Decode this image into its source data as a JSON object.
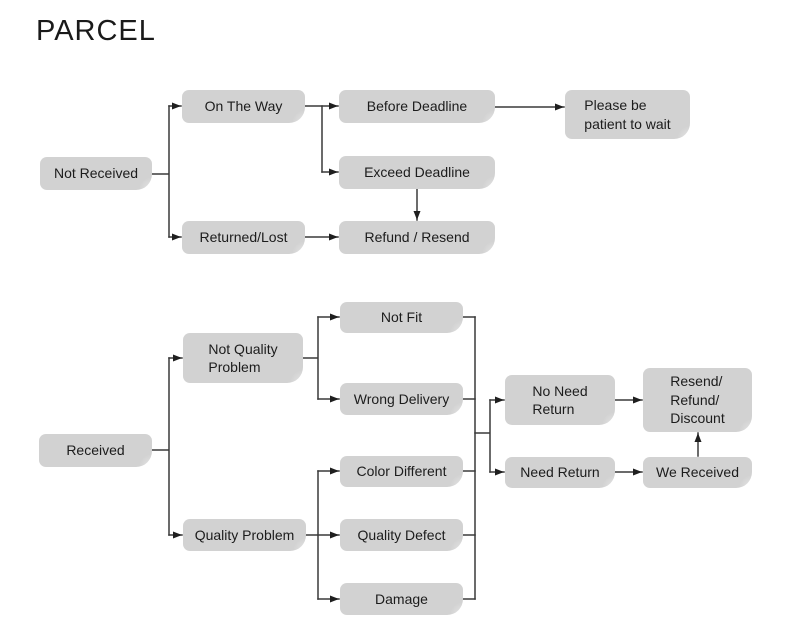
{
  "title": "PARCEL",
  "colors": {
    "background": "#ffffff",
    "node_fill": "#d2d2d2",
    "node_text": "#1c1c1c",
    "line": "#3a3a3a"
  },
  "nodes": {
    "not_received": {
      "label": "Not Received"
    },
    "on_the_way": {
      "label": "On The Way"
    },
    "returned_lost": {
      "label": "Returned/Lost"
    },
    "before_deadline": {
      "label": "Before Deadline"
    },
    "exceed_deadline": {
      "label": "Exceed Deadline"
    },
    "refund_resend": {
      "label": "Refund / Resend"
    },
    "please_wait": {
      "label": "Please be\npatient to wait"
    },
    "received": {
      "label": "Received"
    },
    "not_quality_problem": {
      "label": "Not Quality\nProblem"
    },
    "quality_problem": {
      "label": "Quality Problem"
    },
    "not_fit": {
      "label": "Not Fit"
    },
    "wrong_delivery": {
      "label": "Wrong Delivery"
    },
    "color_different": {
      "label": "Color Different"
    },
    "quality_defect": {
      "label": "Quality Defect"
    },
    "damage": {
      "label": "Damage"
    },
    "no_need_return": {
      "label": "No Need\nReturn"
    },
    "need_return": {
      "label": "Need Return"
    },
    "resend_refund_discount": {
      "label": "Resend/\nRefund/\nDiscount"
    },
    "we_received": {
      "label": "We Received"
    }
  },
  "edges": [
    {
      "from": "not_received",
      "to": "on_the_way"
    },
    {
      "from": "not_received",
      "to": "returned_lost"
    },
    {
      "from": "on_the_way",
      "to": "before_deadline"
    },
    {
      "from": "on_the_way",
      "to": "exceed_deadline"
    },
    {
      "from": "before_deadline",
      "to": "please_wait"
    },
    {
      "from": "exceed_deadline",
      "to": "refund_resend"
    },
    {
      "from": "returned_lost",
      "to": "refund_resend"
    },
    {
      "from": "received",
      "to": "not_quality_problem"
    },
    {
      "from": "received",
      "to": "quality_problem"
    },
    {
      "from": "not_quality_problem",
      "to": "not_fit"
    },
    {
      "from": "not_quality_problem",
      "to": "wrong_delivery"
    },
    {
      "from": "quality_problem",
      "to": "color_different"
    },
    {
      "from": "quality_problem",
      "to": "quality_defect"
    },
    {
      "from": "quality_problem",
      "to": "damage"
    },
    {
      "from": [
        "not_fit",
        "wrong_delivery",
        "color_different",
        "quality_defect",
        "damage"
      ],
      "to": [
        "no_need_return",
        "need_return"
      ]
    },
    {
      "from": "no_need_return",
      "to": "resend_refund_discount"
    },
    {
      "from": "need_return",
      "to": "we_received"
    },
    {
      "from": "we_received",
      "to": "resend_refund_discount"
    }
  ]
}
